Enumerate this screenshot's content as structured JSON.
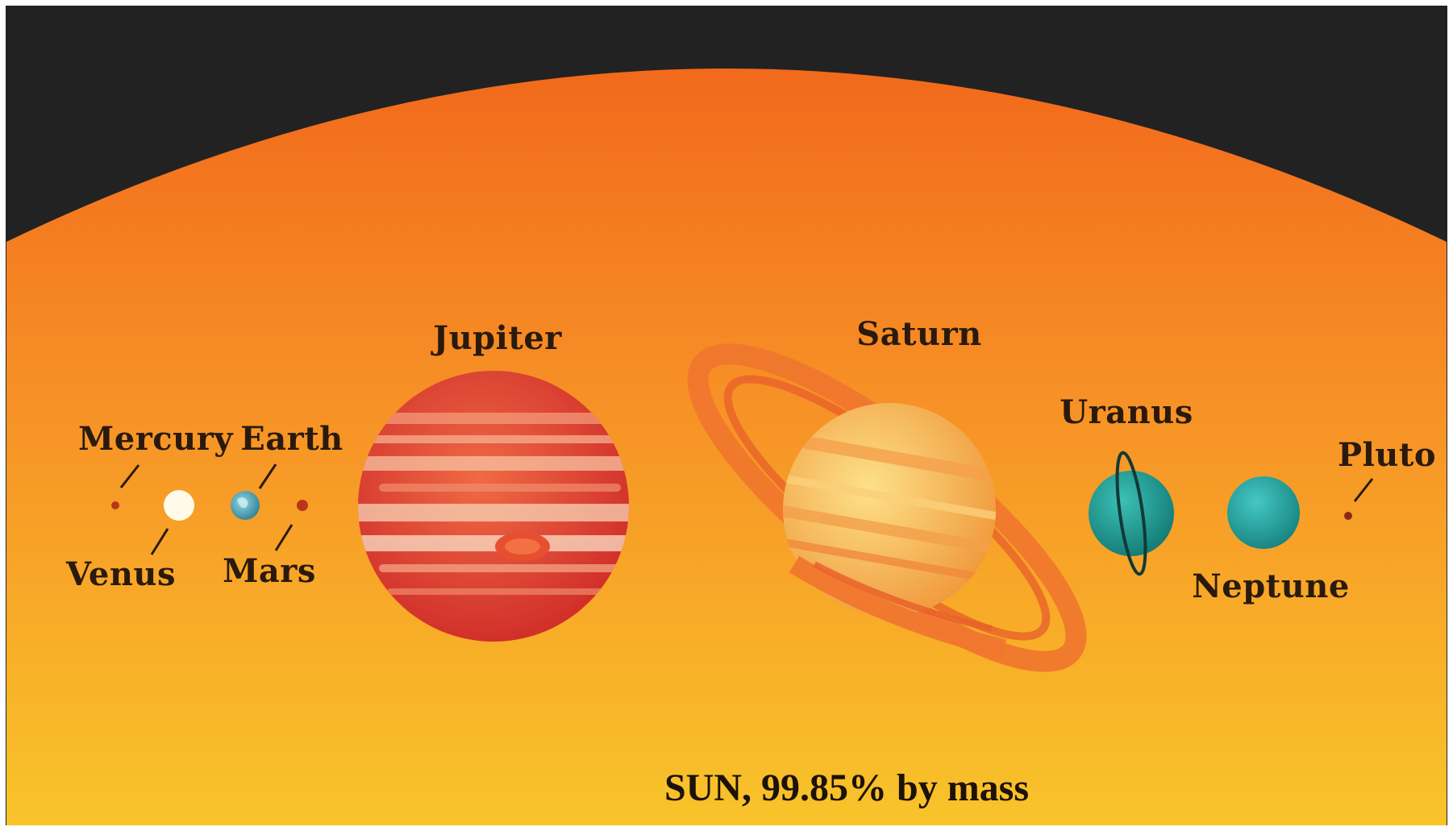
{
  "labels": {
    "mercury": "Mercury",
    "venus": "Venus",
    "earth": "Earth",
    "mars": "Mars",
    "jupiter": "Jupiter",
    "saturn": "Saturn",
    "uranus": "Uranus",
    "neptune": "Neptune",
    "pluto": "Pluto"
  },
  "caption": {
    "sun": "SUN",
    "rest": ", 99.85% by mass"
  },
  "colors": {
    "space": "#222222",
    "sun_top": "#f2691c",
    "sun_bottom": "#f8c42a",
    "jupiter": "#e04a2e",
    "saturn": "#f7b24e",
    "saturn_ring": "#f0762e",
    "uranus": "#1f9d95",
    "neptune": "#23a5a3",
    "venus": "#fffbe8",
    "small_planet": "#b8361a"
  }
}
